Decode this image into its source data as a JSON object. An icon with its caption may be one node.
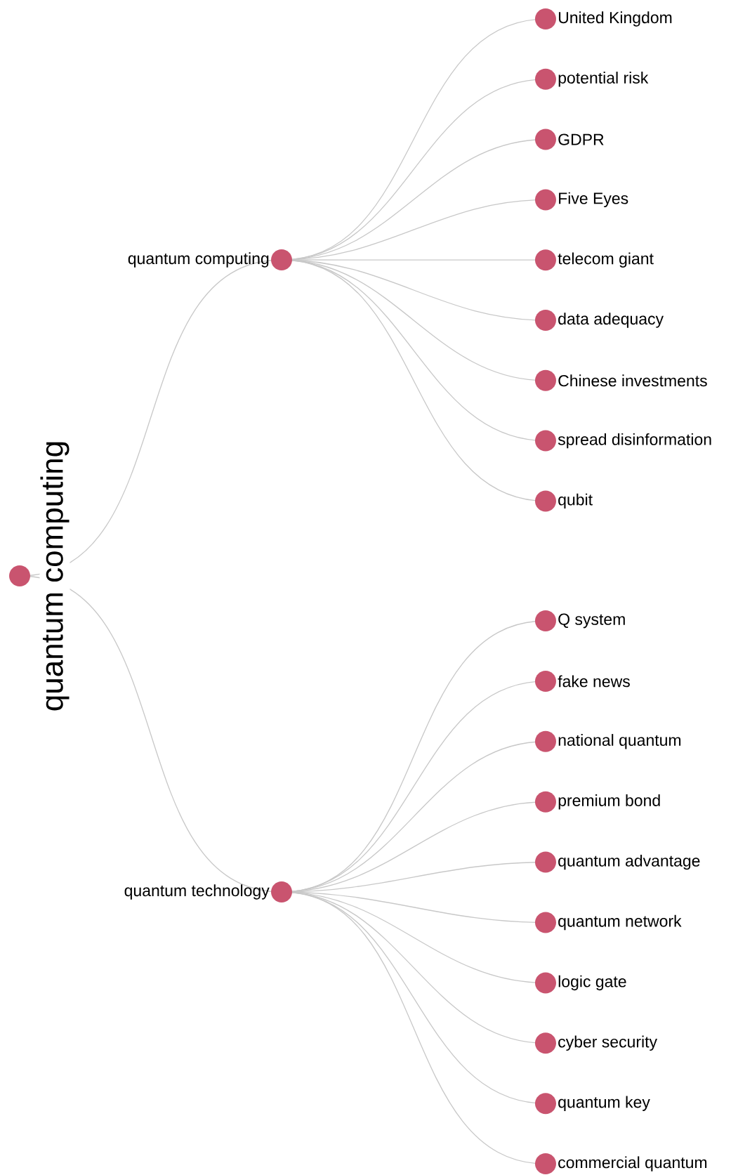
{
  "diagram": {
    "nodes": [
      {
        "text": [
          "quantum computing"
        ]
      },
      {
        "text": [
          "quantum computing"
        ]
      },
      {
        "text": [
          "United Kingdom"
        ]
      },
      {
        "text": [
          "potential risk"
        ]
      },
      {
        "text": [
          "GDPR"
        ]
      },
      {
        "text": [
          "Five Eyes"
        ]
      },
      {
        "text": [
          "telecom giant"
        ]
      },
      {
        "text": [
          "data adequacy"
        ]
      },
      {
        "text": [
          "Chinese investments"
        ]
      },
      {
        "text": [
          "spread disinformation"
        ]
      },
      {
        "text": [
          "qubit"
        ]
      },
      {
        "text": [
          "quantum technology"
        ]
      },
      {
        "text": [
          "Q system"
        ]
      },
      {
        "text": [
          "fake news"
        ]
      },
      {
        "text": [
          "national quantum"
        ]
      },
      {
        "text": [
          "premium bond"
        ]
      },
      {
        "text": [
          "quantum advantage"
        ]
      },
      {
        "text": [
          "quantum network"
        ]
      },
      {
        "text": [
          "logic gate"
        ]
      },
      {
        "text": [
          "cyber security"
        ]
      },
      {
        "text": [
          "quantum key"
        ]
      },
      {
        "text": [
          "commercial quantum"
        ]
      }
    ],
    "edges": [
      {
        "from": 0,
        "to": 1,
        "arrow": "none"
      },
      {
        "from": 0,
        "to": 11,
        "arrow": "none"
      },
      {
        "from": 1,
        "to": 2,
        "arrow": "none"
      },
      {
        "from": 1,
        "to": 3,
        "arrow": "none"
      },
      {
        "from": 1,
        "to": 4,
        "arrow": "none"
      },
      {
        "from": 1,
        "to": 5,
        "arrow": "none"
      },
      {
        "from": 1,
        "to": 6,
        "arrow": "none"
      },
      {
        "from": 1,
        "to": 7,
        "arrow": "none"
      },
      {
        "from": 1,
        "to": 8,
        "arrow": "none"
      },
      {
        "from": 1,
        "to": 9,
        "arrow": "none"
      },
      {
        "from": 1,
        "to": 10,
        "arrow": "none"
      },
      {
        "from": 11,
        "to": 12,
        "arrow": "none"
      },
      {
        "from": 11,
        "to": 13,
        "arrow": "none"
      },
      {
        "from": 11,
        "to": 14,
        "arrow": "none"
      },
      {
        "from": 11,
        "to": 15,
        "arrow": "none"
      },
      {
        "from": 11,
        "to": 16,
        "arrow": "none"
      },
      {
        "from": 11,
        "to": 17,
        "arrow": "none"
      },
      {
        "from": 11,
        "to": 18,
        "arrow": "none"
      },
      {
        "from": 11,
        "to": 19,
        "arrow": "none"
      },
      {
        "from": 11,
        "to": 20,
        "arrow": "none"
      },
      {
        "from": 11,
        "to": 21,
        "arrow": "none"
      }
    ]
  }
}
